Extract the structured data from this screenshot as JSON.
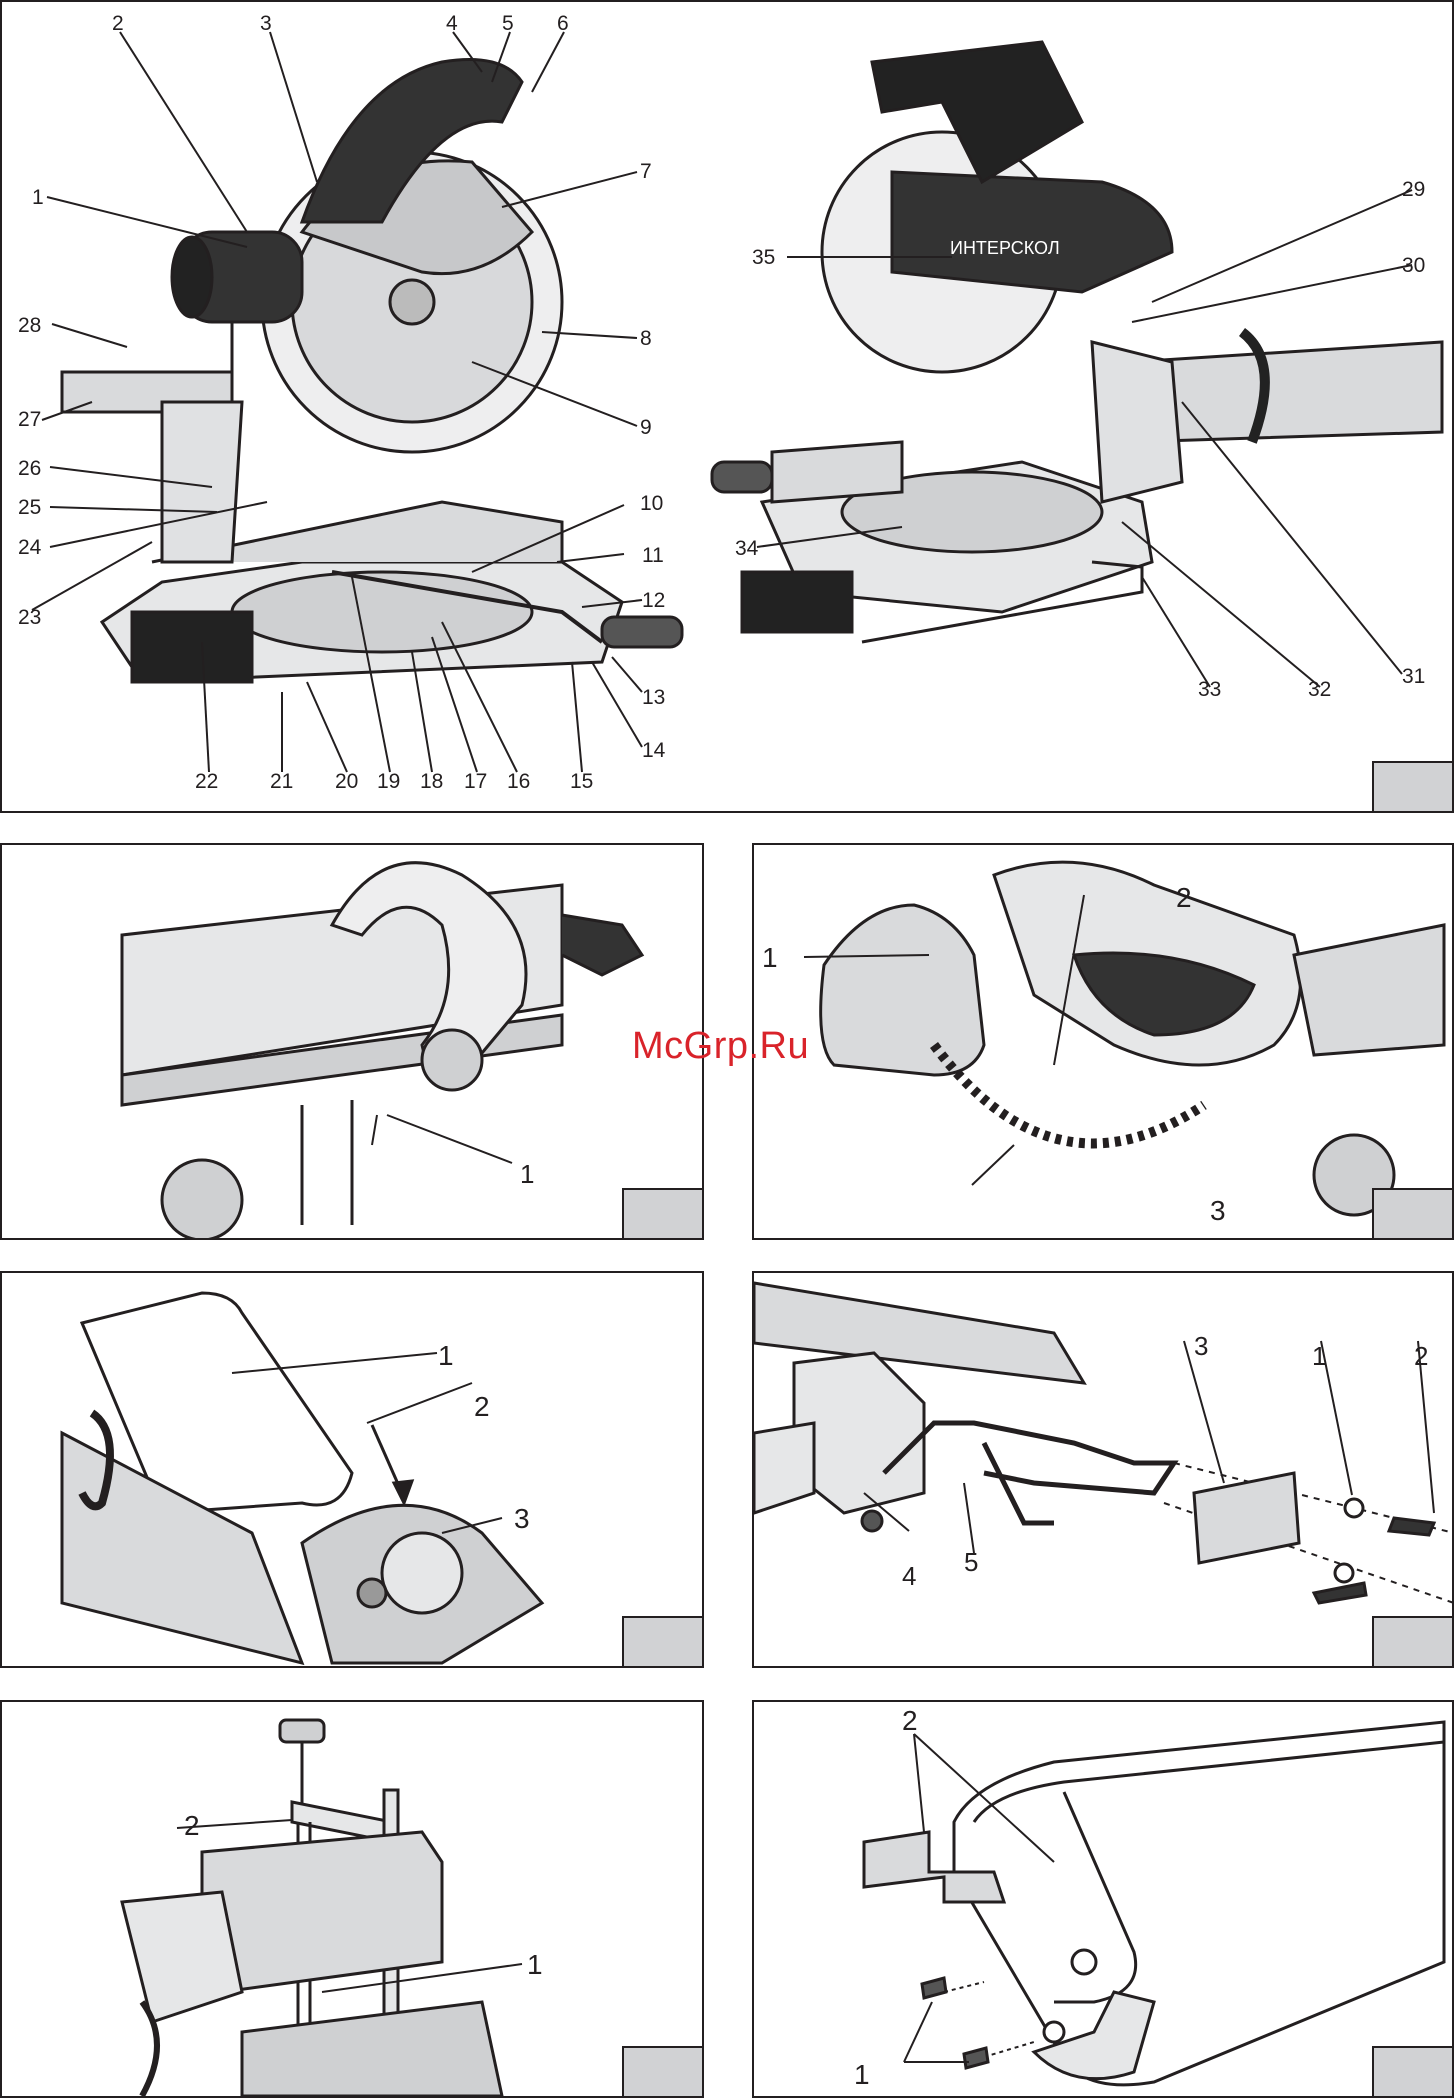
{
  "watermark": "McGrp.Ru",
  "brand": {
    "logo_text": "ИНТЕРСКОЛ"
  },
  "figure1": {
    "callouts": [
      "1",
      "2",
      "3",
      "4",
      "5",
      "6",
      "7",
      "8",
      "9",
      "10",
      "11",
      "12",
      "13",
      "14",
      "15",
      "16",
      "17",
      "18",
      "19",
      "20",
      "21",
      "22",
      "23",
      "24",
      "25",
      "26",
      "27",
      "28",
      "29",
      "30",
      "31",
      "32",
      "33",
      "34",
      "35"
    ]
  },
  "figure2": {
    "callouts": [
      "1"
    ]
  },
  "figure3": {
    "callouts": [
      "1",
      "2",
      "3"
    ]
  },
  "figure4": {
    "callouts": [
      "1",
      "2",
      "3"
    ]
  },
  "figure5": {
    "callouts": [
      "1",
      "2",
      "3",
      "4",
      "5"
    ]
  },
  "figure6": {
    "callouts": [
      "1",
      "2"
    ]
  },
  "figure7": {
    "callouts": [
      "1",
      "2"
    ]
  },
  "colors": {
    "line": "#231f20",
    "panel_fill": "#ffffff",
    "figure_box": "#d1d2d4",
    "watermark": "#d9232a"
  }
}
